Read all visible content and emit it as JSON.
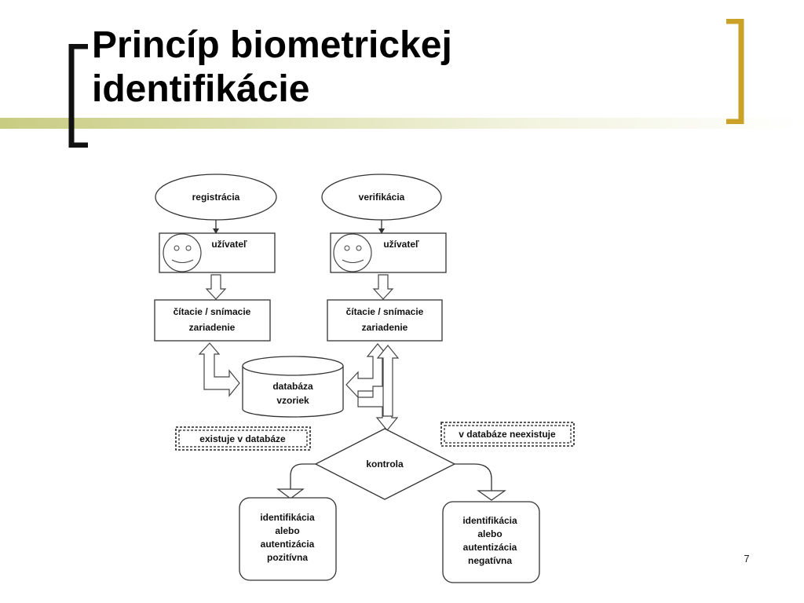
{
  "slide": {
    "title_line1": "Princíp biometrickej",
    "title_line2": "identifikácie",
    "page_number": "7",
    "accent_color": "#c9a227",
    "band_color": "#c8cc82"
  },
  "diagram": {
    "registration": {
      "label": "registrácia"
    },
    "verification": {
      "label": "verifikácia"
    },
    "user_left": {
      "label": "užívateľ"
    },
    "user_right": {
      "label": "užívateľ"
    },
    "reader_left": {
      "line1": "čítacie / snímacie",
      "line2": "zariadenie"
    },
    "reader_right": {
      "line1": "čítacie / snímacie",
      "line2": "zariadenie"
    },
    "database": {
      "line1": "databáza",
      "line2": "vzoriek"
    },
    "exists_label": "existuje v databáze",
    "not_exists_label": "v databáze neexistuje",
    "control": {
      "label": "kontrola"
    },
    "result_positive": {
      "line1": "identifikácia",
      "line2": "alebo",
      "line3": "autentizácia",
      "line4": "pozitívna"
    },
    "result_negative": {
      "line1": "identifikácia",
      "line2": "alebo",
      "line3": "autentizácia",
      "line4": "negatívna"
    }
  }
}
